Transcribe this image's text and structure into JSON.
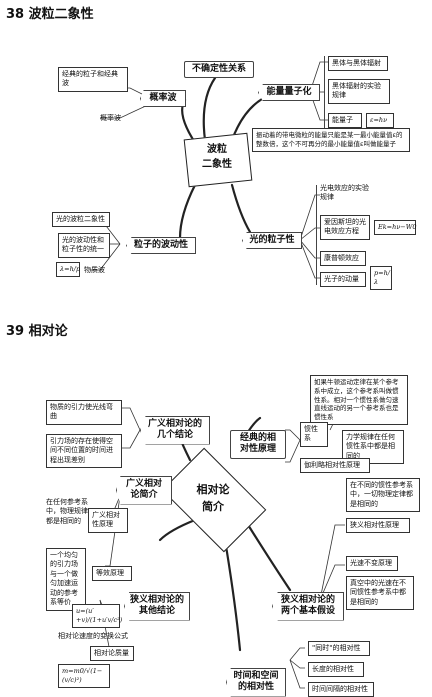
{
  "sections": [
    {
      "title": "38 波粒二象性",
      "hub_label": "波粒\n二象性",
      "topics": {
        "uncertainty": "不确定性关系",
        "prob_wave": "概率波",
        "quantization": "能量量子化",
        "particle": "光的粒子性",
        "wave": "粒子的波动性"
      },
      "prob_wave_items": [
        "经典的粒子和经典波",
        "概率波"
      ],
      "quant_items": [
        "黑体与黑体辐射",
        "黑体辐射的实验规律",
        "能量子"
      ],
      "quant_formula": "ε=hν",
      "quant_note": "振动着的带电微粒的能量只能是某一最小能量值ε的整数倍，这个不可再分的最小能量值ε叫做能量子",
      "particle_items": [
        "光电效应的实验规律",
        "爱因斯坦的光电效应方程",
        "康普顿效应",
        "光子的动量"
      ],
      "particle_formulas": [
        "Ek=hν−W0",
        "p=h/λ"
      ],
      "wave_items": [
        "光的波粒二象性",
        "光的波动性和粒子性的统一",
        "物质波"
      ],
      "wave_formula": "λ=h/p"
    },
    {
      "title": "39 相对论",
      "hub_label": "相对论\n简介",
      "topics": {
        "general_ideas": "广义相对论的几个结论",
        "classical": "经典的相对性原理",
        "general_intro": "广义相对论简介",
        "special_conclusions": "狭义相对论的其他结论",
        "special_postulates": "狭义相对论的两个基本假设",
        "spacetime": "时间和空间的相对性"
      },
      "general_ideas_items": [
        "物质的引力使光线弯曲",
        "引力场的存在使得空间不同位置的时间进程出现差别"
      ],
      "classical_note": "如果牛顿运动定律在某个参考系中成立，这个参考系叫做惯性系。相对一个惯性系做匀速直线运动的另一个参考系也是惯性系",
      "classical_items": [
        "惯性系",
        "力学规律在任何惯性系中都是相同的",
        "伽利略相对性原理"
      ],
      "general_intro_items": [
        "在任何参考系中，物理规律都是相同的",
        "广义相对性原理",
        "一个均匀的引力场与一个做匀加速运动的参考系等价",
        "等效原理"
      ],
      "postulate_items": [
        "在不同的惯性参考系中，一切物理定律都是相同的",
        "狭义相对性原理",
        "光速不变原理",
        "真空中的光速在不同惯性参考系中都是相同的"
      ],
      "special_items": [
        "相对论速度的变换公式",
        "相对论质量"
      ],
      "special_formulas": [
        "u=(u′+v)/(1+u′v/c²)",
        "m=m0/√(1−(v/c)²)"
      ],
      "spacetime_items": [
        "\"同时\"的相对性",
        "长度的相对性",
        "时间间隔的相对性"
      ]
    }
  ]
}
